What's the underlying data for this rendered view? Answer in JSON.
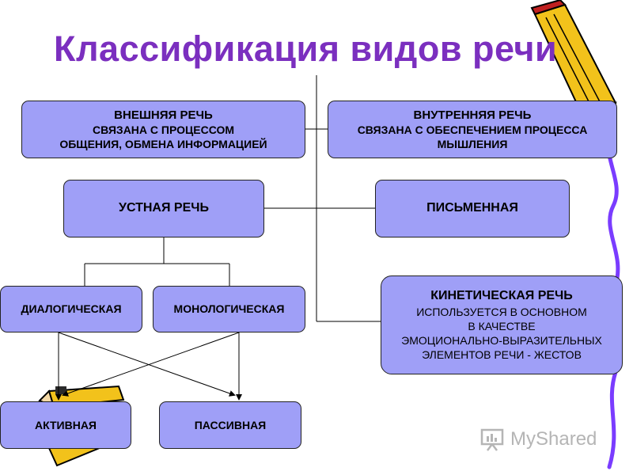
{
  "title": "Классификация видов речи",
  "boxes": {
    "external": {
      "heading": "ВНЕШНЯЯ РЕЧЬ",
      "line1": "СВЯЗАНА С ПРОЦЕССОМ",
      "line2": "ОБЩЕНИЯ, ОБМЕНА ИНФОРМАЦИЕЙ"
    },
    "internal": {
      "heading": "ВНУТРЕННЯЯ РЕЧЬ",
      "line1": "СВЯЗАНА С ОБЕСПЕЧЕНИЕМ ПРОЦЕССА",
      "line2": "МЫШЛЕНИЯ"
    },
    "oral": "УСТНАЯ РЕЧЬ",
    "written": "ПИСЬМЕННАЯ",
    "dialogic": "ДИАЛОГИЧЕСКАЯ",
    "monologic": "МОНОЛОГИЧЕСКАЯ",
    "kinetic": {
      "heading": "КИНЕТИЧЕСКАЯ РЕЧЬ",
      "line1": "ИСПОЛЬЗУЕТСЯ В ОСНОВНОМ",
      "line2": "В КАЧЕСТВЕ",
      "line3": "ЭМОЦИОНАЛЬНО-ВЫРАЗИТЕЛЬНЫХ",
      "line4": "ЭЛЕМЕНТОВ РЕЧИ - ЖЕСТОВ"
    },
    "active": "АКТИВНАЯ",
    "passive": "ПАССИВНАЯ"
  },
  "watermark": {
    "text": "MyShared",
    "icon": "presentation-icon"
  },
  "colors": {
    "title": "#7b2fbf",
    "box_fill": "#9f9ff7",
    "decor_line": "#7a3cff",
    "pencil": "#f2c21b"
  }
}
